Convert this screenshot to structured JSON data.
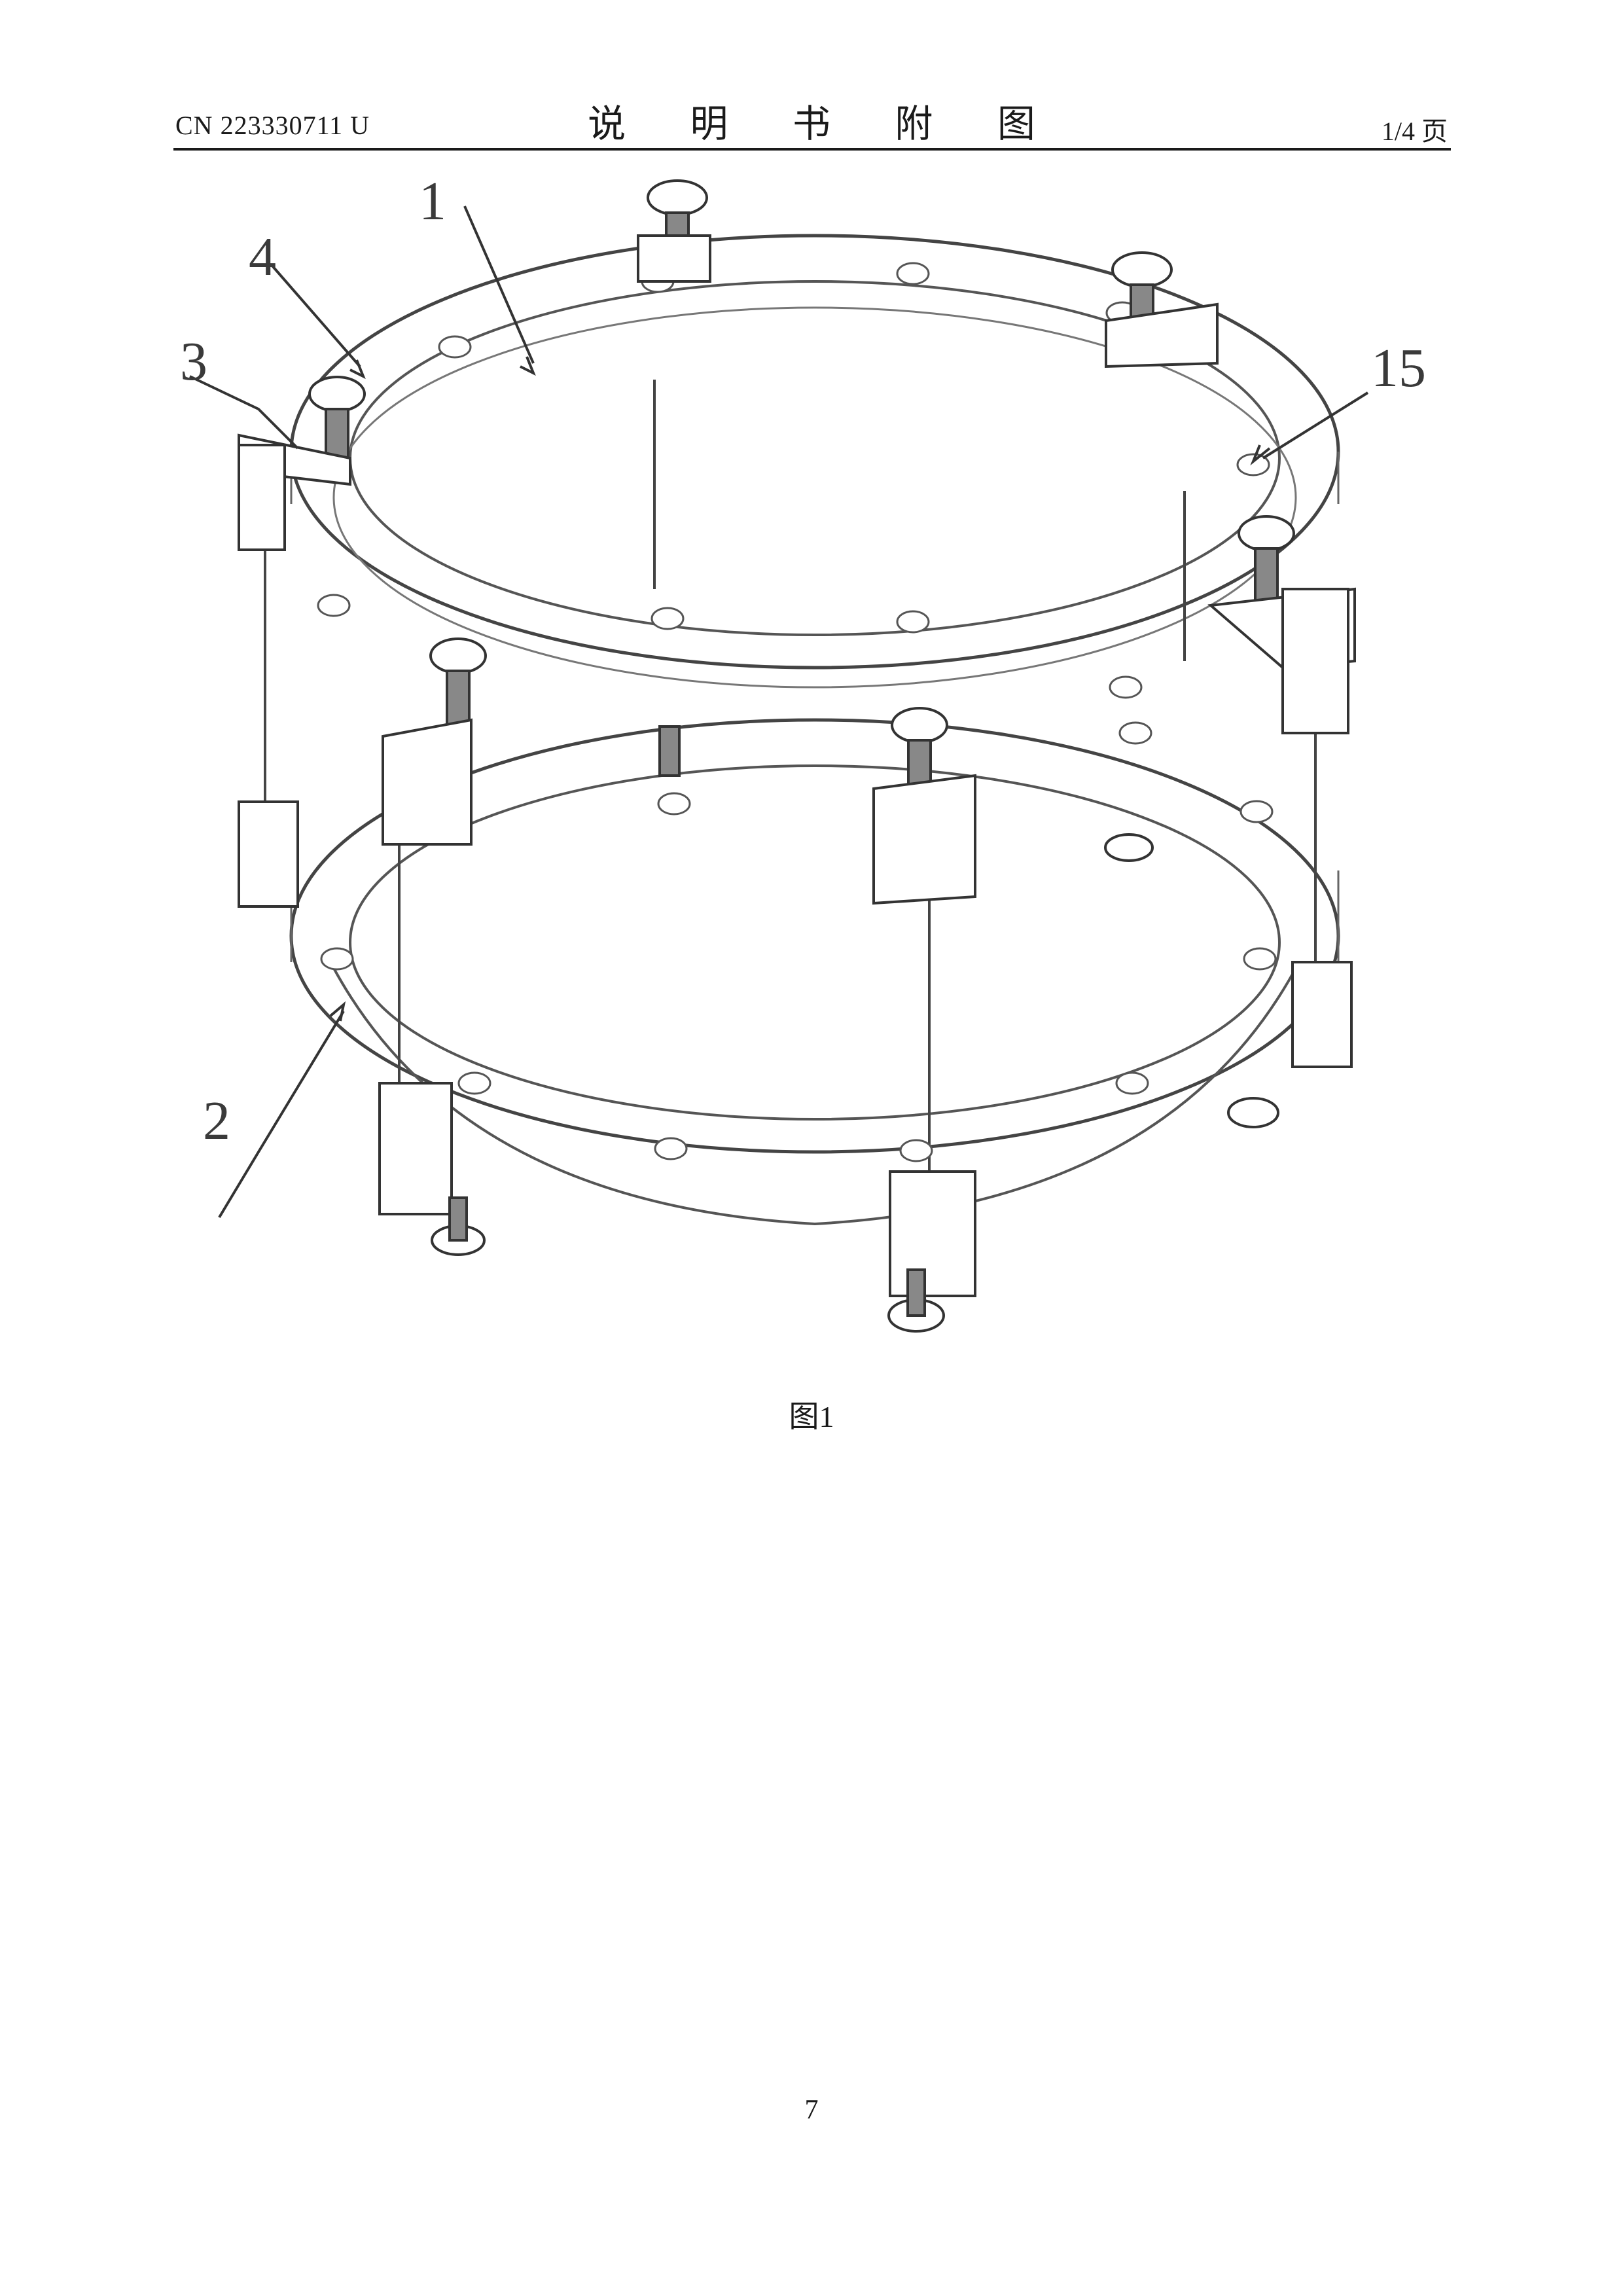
{
  "header": {
    "doc_number": "CN 223330711 U",
    "title": "说 明 书 附 图",
    "page_info": "1/4 页"
  },
  "figure": {
    "labels": {
      "label_1": "1",
      "label_2": "2",
      "label_3": "3",
      "label_4": "4",
      "label_15": "15"
    },
    "caption": "图1"
  },
  "footer": {
    "page_number": "7"
  }
}
